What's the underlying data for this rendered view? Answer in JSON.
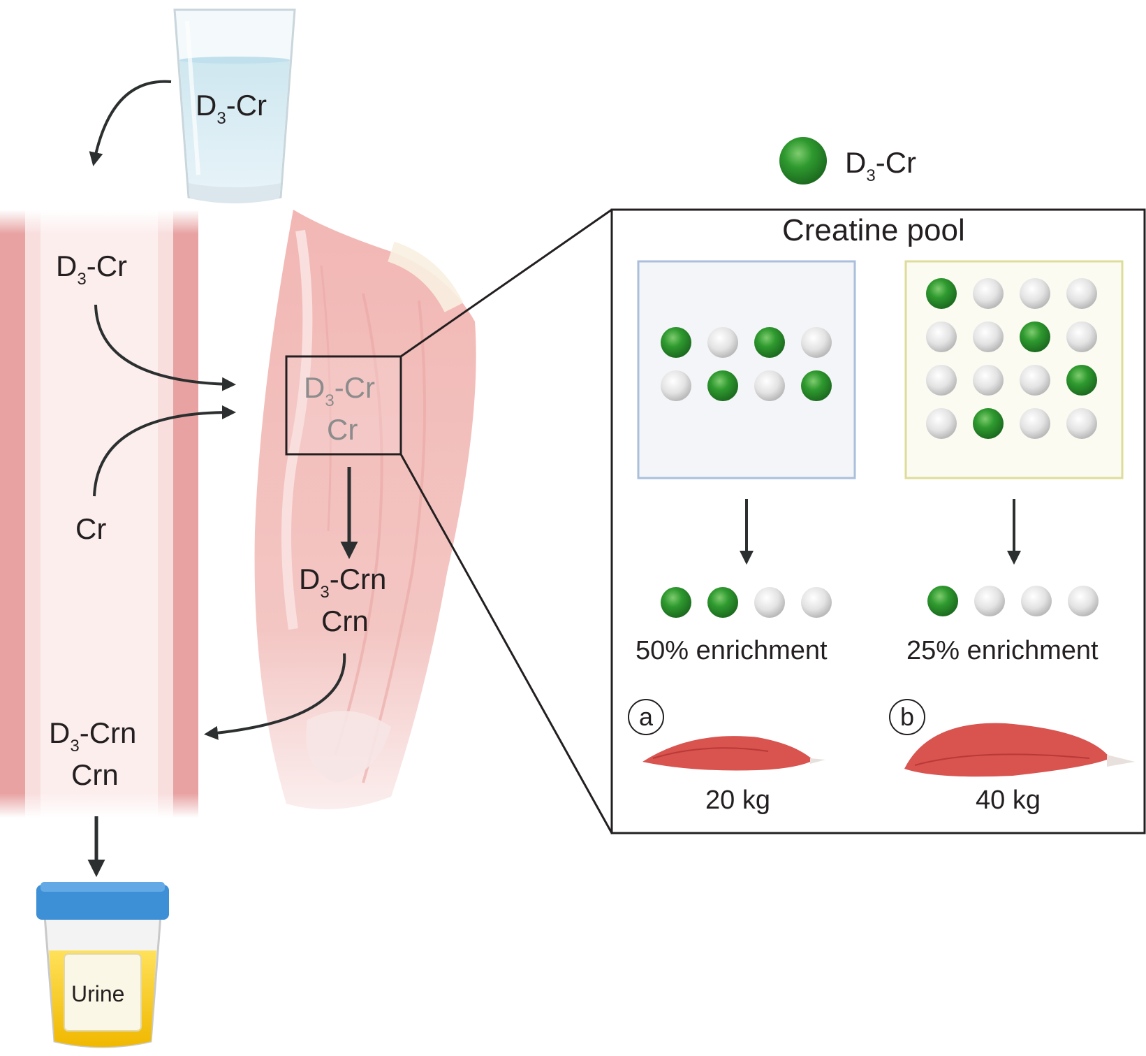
{
  "glass": {
    "label": "D",
    "sub": "3",
    "suffix": "-Cr"
  },
  "legend": {
    "label": "D",
    "sub": "3",
    "suffix": "-Cr",
    "marker_color": "#2e8b2e"
  },
  "vessel": {
    "d3cr": {
      "label": "D",
      "sub": "3",
      "suffix": "-Cr"
    },
    "cr": "Cr",
    "d3crn": {
      "label": "D",
      "sub": "3",
      "suffix": "-Crn"
    },
    "crn": "Crn"
  },
  "muscle": {
    "box_d3cr": {
      "label": "D",
      "sub": "3",
      "suffix": "-Cr"
    },
    "box_cr": "Cr",
    "d3crn": {
      "label": "D",
      "sub": "3",
      "suffix": "-Crn"
    },
    "crn": "Crn"
  },
  "urine": {
    "label": "Urine"
  },
  "panel": {
    "title": "Creatine pool",
    "a": {
      "grid": [
        [
          1,
          0,
          1,
          0
        ],
        [
          0,
          1,
          0,
          1
        ]
      ],
      "sample": [
        1,
        1,
        0,
        0
      ],
      "enrichment": "50% enrichment",
      "letter": "a",
      "mass": "20 kg"
    },
    "b": {
      "grid": [
        [
          1,
          0,
          0,
          0
        ],
        [
          0,
          0,
          1,
          0
        ],
        [
          0,
          0,
          0,
          1
        ],
        [
          0,
          1,
          0,
          0
        ]
      ],
      "sample": [
        1,
        0,
        0,
        0
      ],
      "enrichment": "25% enrichment",
      "letter": "b",
      "mass": "40 kg"
    }
  },
  "colors": {
    "green": "#2e8b2e",
    "grey_ball": "#d9d9d9",
    "vessel_red": "#e8a2a2",
    "arrow": "#2b2f2f",
    "box_a_border": "#a9bfdc",
    "box_b_border": "#dedc9a"
  }
}
